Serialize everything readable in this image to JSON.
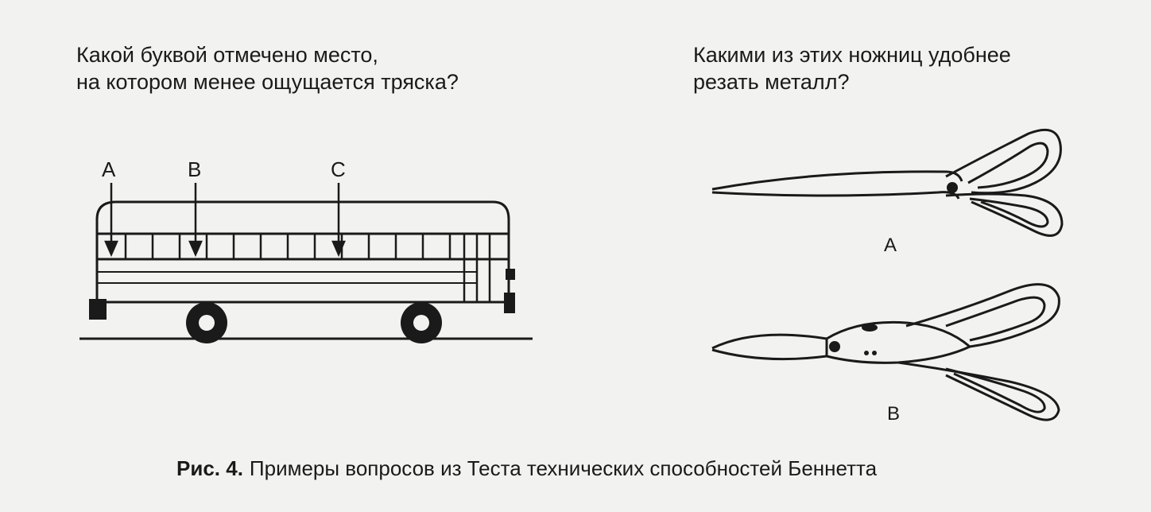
{
  "questions": [
    {
      "lines": [
        "Какой буквой отмечено место,",
        "на котором менее ощущается тряска?"
      ],
      "markers": [
        "A",
        "B",
        "C"
      ]
    },
    {
      "lines": [
        "Какими из этих ножниц удобнее",
        "резать металл?"
      ],
      "options": [
        "A",
        "B"
      ]
    }
  ],
  "caption": {
    "label": "Рис. 4.",
    "text": "Примеры вопросов из Теста технических способностей Беннетта"
  }
}
